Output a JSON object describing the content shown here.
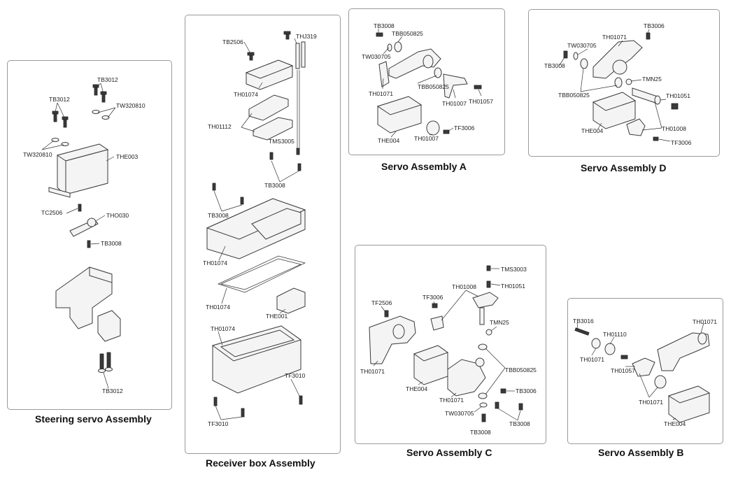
{
  "panels": {
    "steering": {
      "title": "Steering servo Assembly",
      "labels": {
        "tb3012_top": "TB3012",
        "tb3012_left": "TB3012",
        "tw320810_right": "TW320810",
        "tw320810_left": "TW320810",
        "the003": "THE003",
        "tc2506": "TC2506",
        "tho030": "THO030",
        "tb3008": "TB3008",
        "tb3012_bottom": "TB3012"
      }
    },
    "receiver": {
      "title": "Receiver box Assembly",
      "labels": {
        "tb2506": "TB2506",
        "thj319": "THJ319",
        "th01074_top": "TH01074",
        "th01112": "TH01112",
        "tms3005": "TMS3005",
        "tb3008_a": "TB3008",
        "tb3008_b": "TB3008",
        "th01074_lid": "TH01074",
        "th01074_seal": "TH01074",
        "the001": "THE001",
        "th01074_base": "TH01074",
        "tf3010_right": "TF3010",
        "tf3010_left": "TF3010"
      }
    },
    "servo_a": {
      "title": "Servo Assembly A",
      "labels": {
        "tb3008": "TB3008",
        "tbb050825_top": "TBB050825",
        "tw030705": "TW030705",
        "th01071": "TH01071",
        "tbb050825": "TBB050825",
        "th01007_a": "TH01007",
        "th01057": "TH01057",
        "tf3006": "TF3006",
        "the004": "THE004",
        "th01007_b": "TH01007"
      }
    },
    "servo_d": {
      "title": "Servo Assembly D",
      "labels": {
        "th01071": "TH01071",
        "tb3006": "TB3006",
        "tw030705": "TW030705",
        "tb3008": "TB3008",
        "tmn25": "TMN25",
        "tbb050825": "TBB050825",
        "th01051": "TH01051",
        "the004": "THE004",
        "th01008": "TH01008",
        "tf3006": "TF3006"
      }
    },
    "servo_c": {
      "title": "Servo Assembly C",
      "labels": {
        "tms3003": "TMS3003",
        "th01008": "TH01008",
        "th01051": "TH01051",
        "tf2506": "TF2506",
        "tf3006": "TF3006",
        "tmn25": "TMN25",
        "th01071_left": "TH01071",
        "tbb050825": "TBB050825",
        "the004": "THE004",
        "tb3006": "TB3006",
        "th01071_mid": "TH01071",
        "tw030705": "TW030705",
        "tb3008_a": "TB3008",
        "tb3008_b": "TB3008"
      }
    },
    "servo_b": {
      "title": "Servo Assembly B",
      "labels": {
        "tb3016": "TB3016",
        "th01110": "TH01110",
        "th01071_top": "TH01071",
        "th01071_left": "TH01071",
        "th01057": "TH01057",
        "th01071_bottom": "TH01071",
        "the004": "THE004"
      }
    }
  }
}
